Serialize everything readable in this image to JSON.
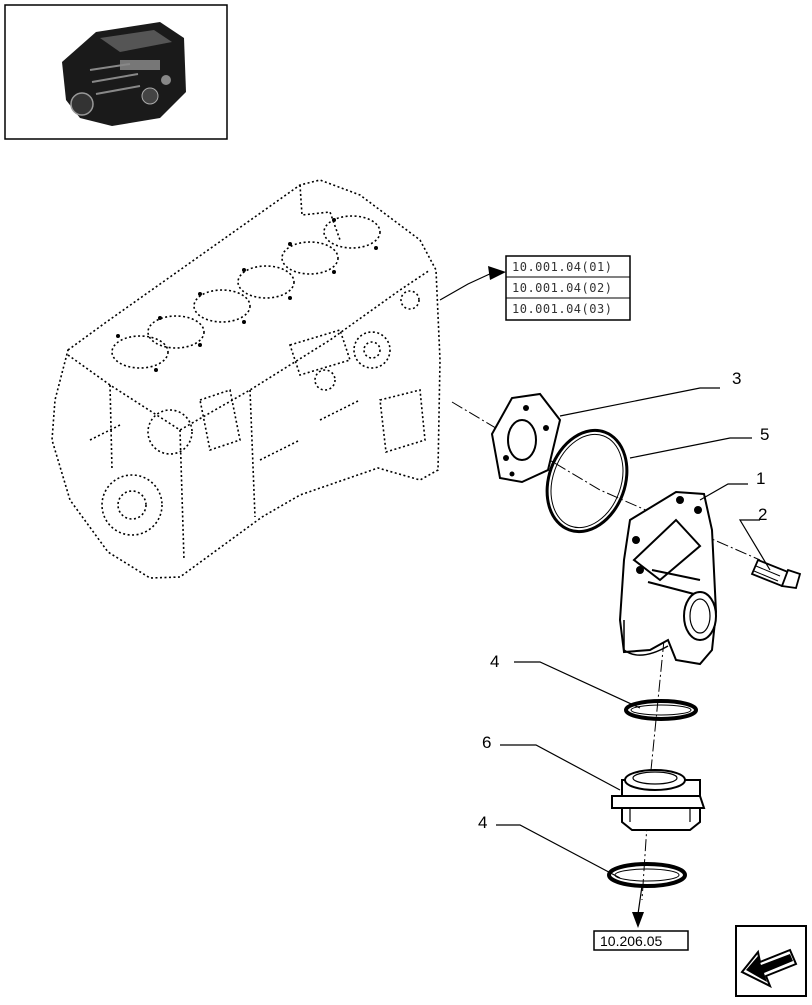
{
  "callouts": {
    "p1": "1",
    "p2": "2",
    "p3": "3",
    "p4a": "4",
    "p4b": "4",
    "p5": "5",
    "p6": "6"
  },
  "references": {
    "top": [
      "10.001.04(01)",
      "10.001.04(02)",
      "10.001.04(03)"
    ],
    "bottom": "10.206.05"
  },
  "icons": {
    "thumbnail": "engine-thumbnail-icon",
    "navigation": "navigation-arrow-icon"
  }
}
